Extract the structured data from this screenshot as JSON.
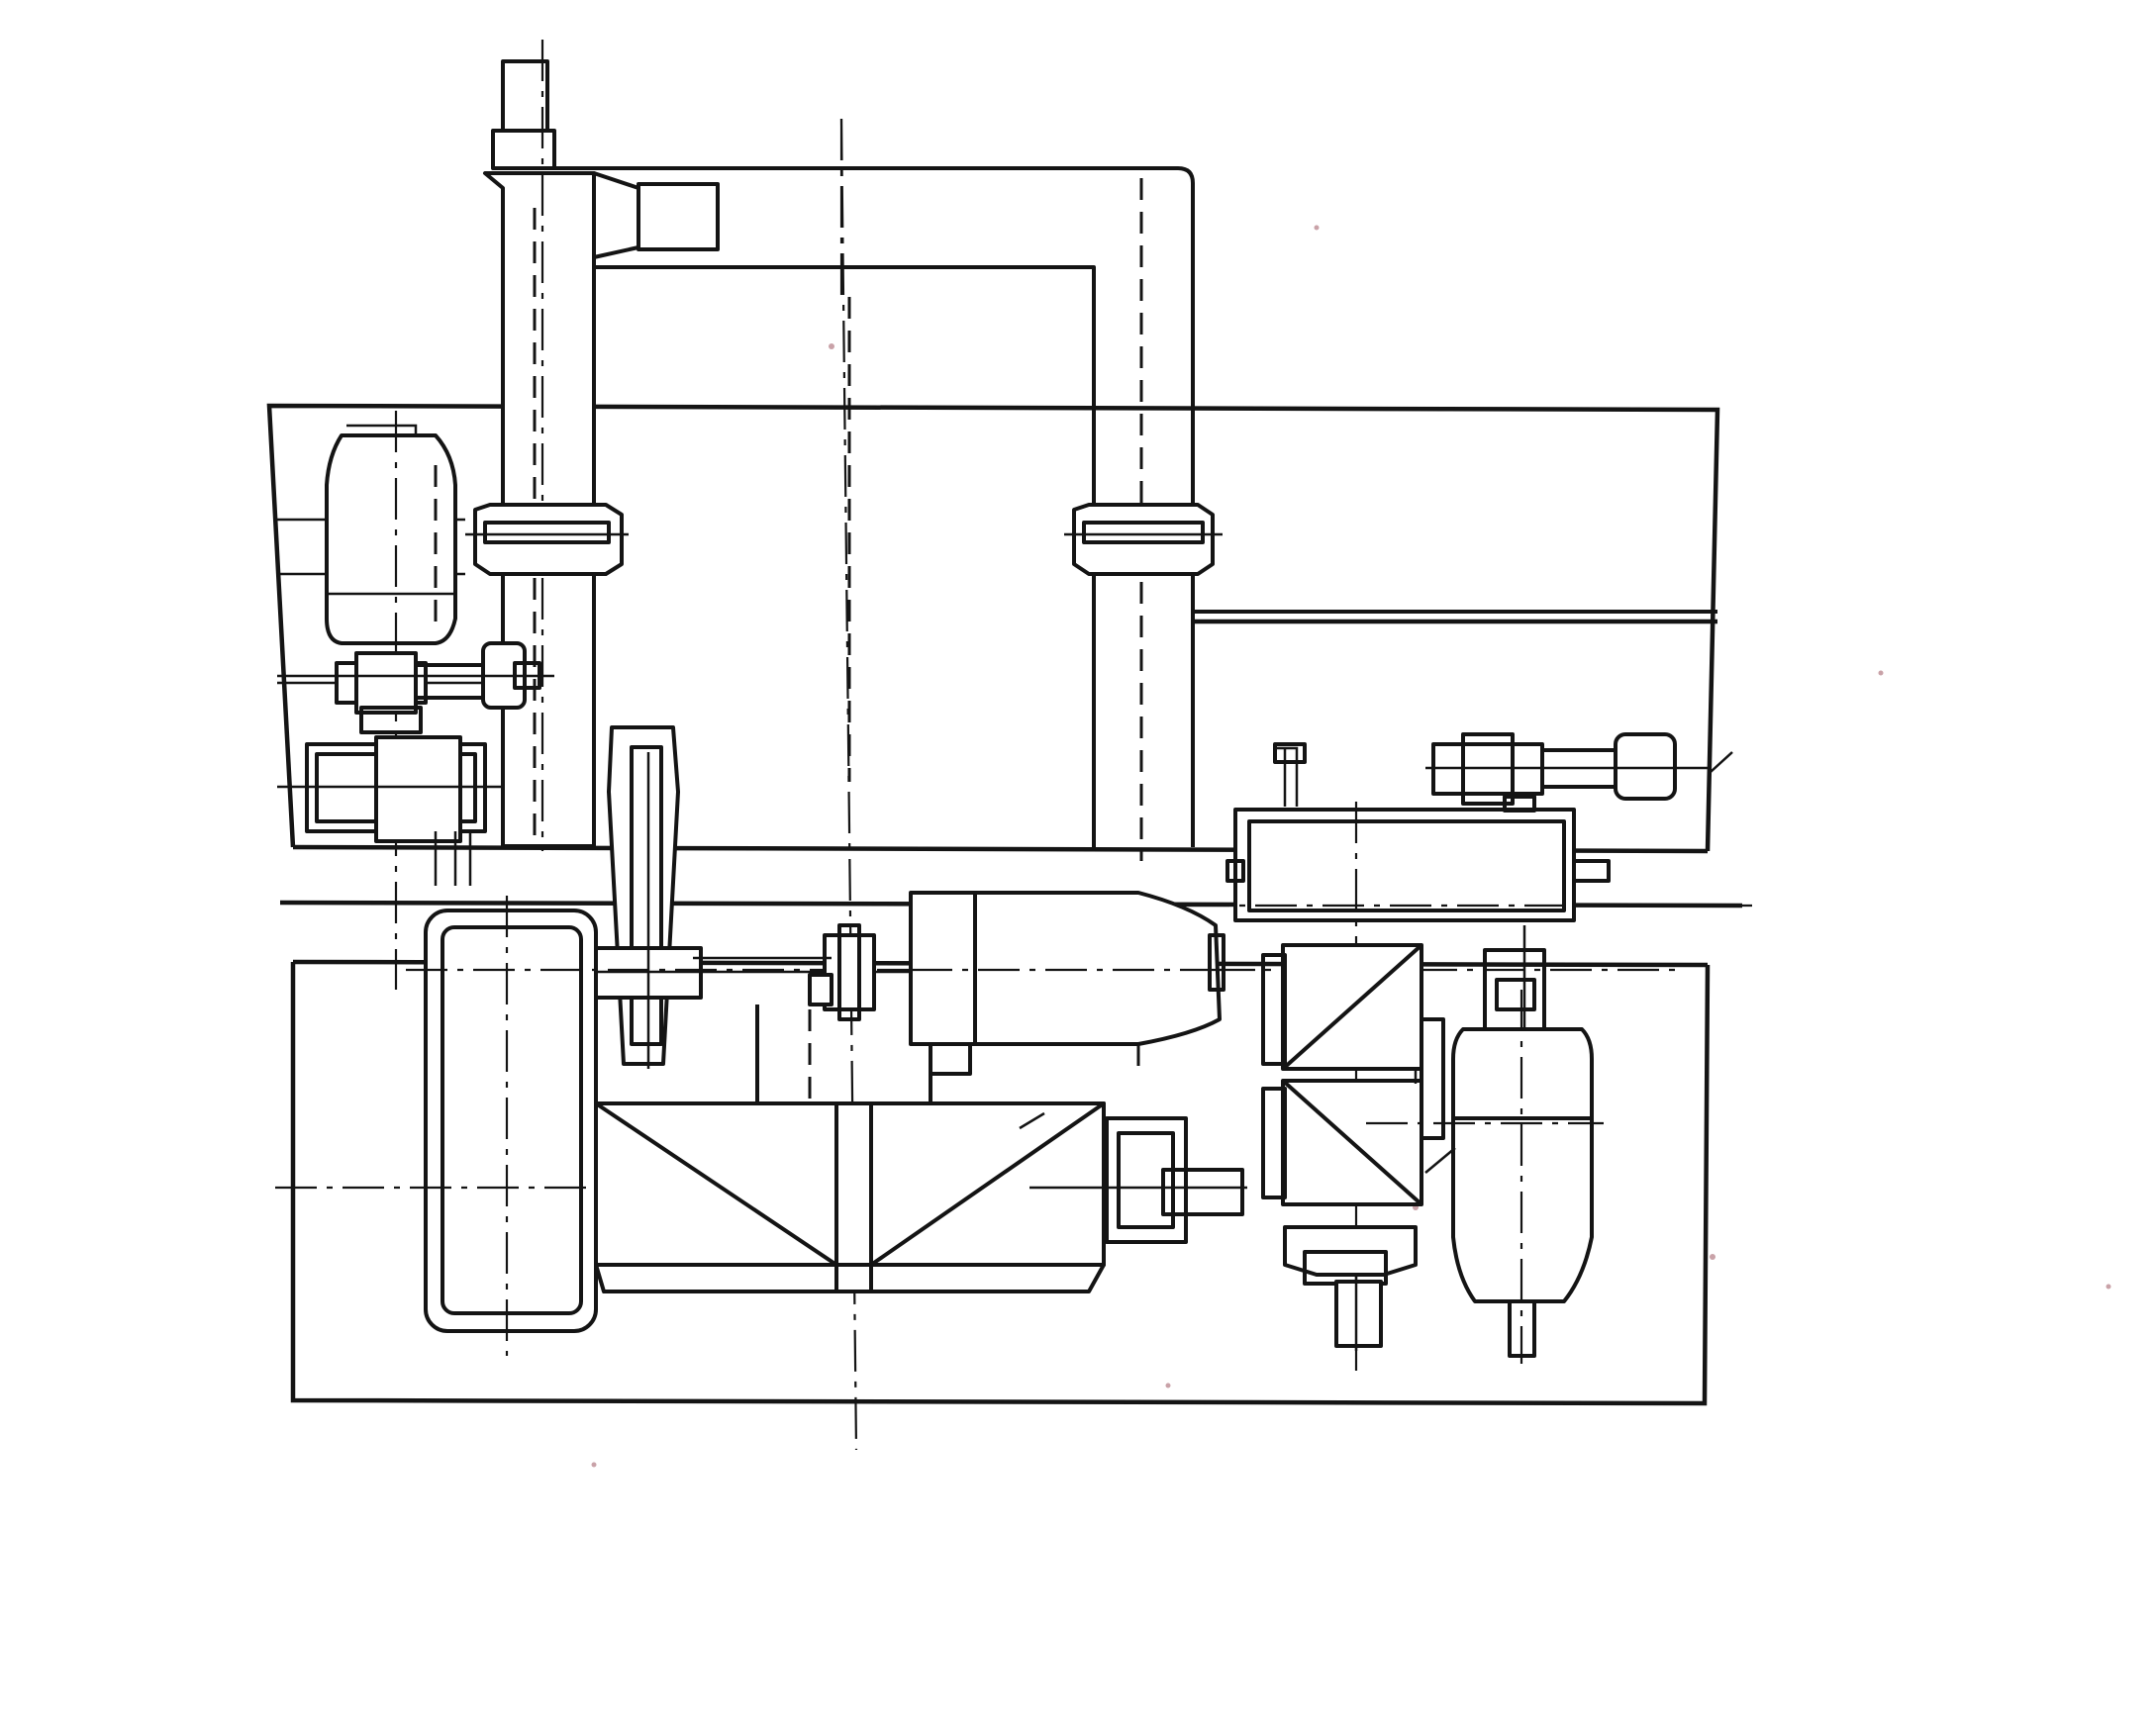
{
  "drawing": {
    "kind": "mechanical-layout-plan",
    "labels": [],
    "colors": {
      "paper": "#ffffff",
      "ink": "#141414",
      "speck": "#c9a2a8"
    },
    "components": [
      "foundation-frame",
      "chimney-duct",
      "exhaust-elbow-duct",
      "top-left-motor",
      "top-left-belt-drive",
      "top-left-gear-reducer",
      "sprocket-chain-drive",
      "rotary-drum-unit",
      "center-motor",
      "coupling",
      "main-box-frame",
      "right-fan-housing",
      "right-motor",
      "right-gear-reducer",
      "right-belt-drive",
      "right-brake-assembly"
    ]
  }
}
